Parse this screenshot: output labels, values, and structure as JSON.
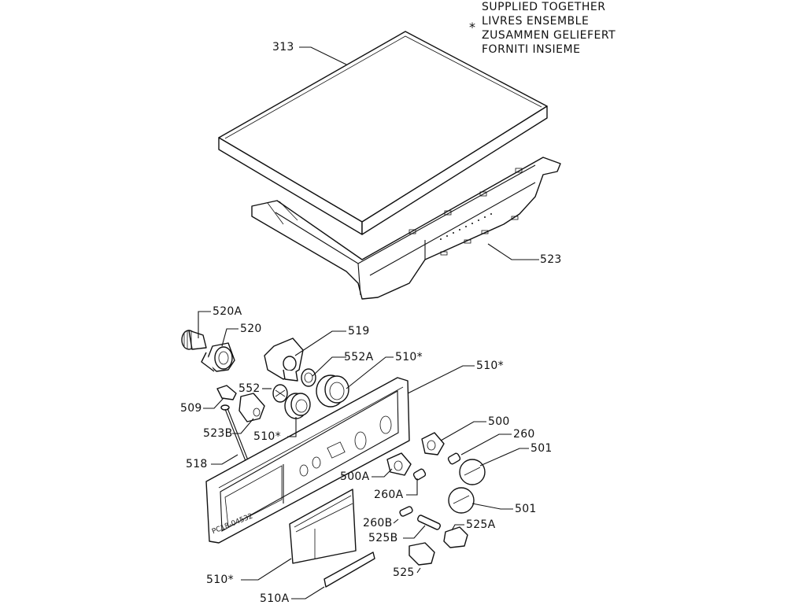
{
  "legend": {
    "symbol": "*",
    "lines": [
      "SUPPLIED TOGETHER",
      "LIVRES ENSEMBLE",
      "ZUSAMMEN GELIEFERT",
      "FORNITI INSIEME"
    ]
  },
  "drawing_code": "PC18-04532",
  "parts": [
    {
      "id": "p313",
      "label": "313",
      "name": "lid"
    },
    {
      "id": "p523",
      "label": "523",
      "name": "frame"
    },
    {
      "id": "p520A",
      "label": "520A",
      "name": "selector-knob-shaft"
    },
    {
      "id": "p520",
      "label": "520",
      "name": "selector-holder"
    },
    {
      "id": "p519",
      "label": "519",
      "name": "bracket"
    },
    {
      "id": "p552A",
      "label": "552A",
      "name": "ring"
    },
    {
      "id": "p510a",
      "label": "510*",
      "name": "button-large"
    },
    {
      "id": "p510b",
      "label": "510*",
      "name": "panel"
    },
    {
      "id": "p552",
      "label": "552",
      "name": "bushing"
    },
    {
      "id": "p509",
      "label": "509",
      "name": "clip"
    },
    {
      "id": "p523B",
      "label": "523B",
      "name": "switch-holder"
    },
    {
      "id": "p510c",
      "label": "510*",
      "name": "button-small"
    },
    {
      "id": "p518",
      "label": "518",
      "name": "rod"
    },
    {
      "id": "p500",
      "label": "500",
      "name": "knob-base"
    },
    {
      "id": "p260",
      "label": "260",
      "name": "spring"
    },
    {
      "id": "p501a",
      "label": "501",
      "name": "knob"
    },
    {
      "id": "p500A",
      "label": "500A",
      "name": "knob-base-a"
    },
    {
      "id": "p260A",
      "label": "260A",
      "name": "spring-a"
    },
    {
      "id": "p501b",
      "label": "501",
      "name": "knob-2"
    },
    {
      "id": "p260B",
      "label": "260B",
      "name": "spring-b"
    },
    {
      "id": "p525A",
      "label": "525A",
      "name": "push-button-cap"
    },
    {
      "id": "p525B",
      "label": "525B",
      "name": "pin"
    },
    {
      "id": "p525",
      "label": "525",
      "name": "push-button"
    },
    {
      "id": "p510d",
      "label": "510*",
      "name": "drawer-handle"
    },
    {
      "id": "p510A",
      "label": "510A",
      "name": "insert-plate"
    }
  ]
}
